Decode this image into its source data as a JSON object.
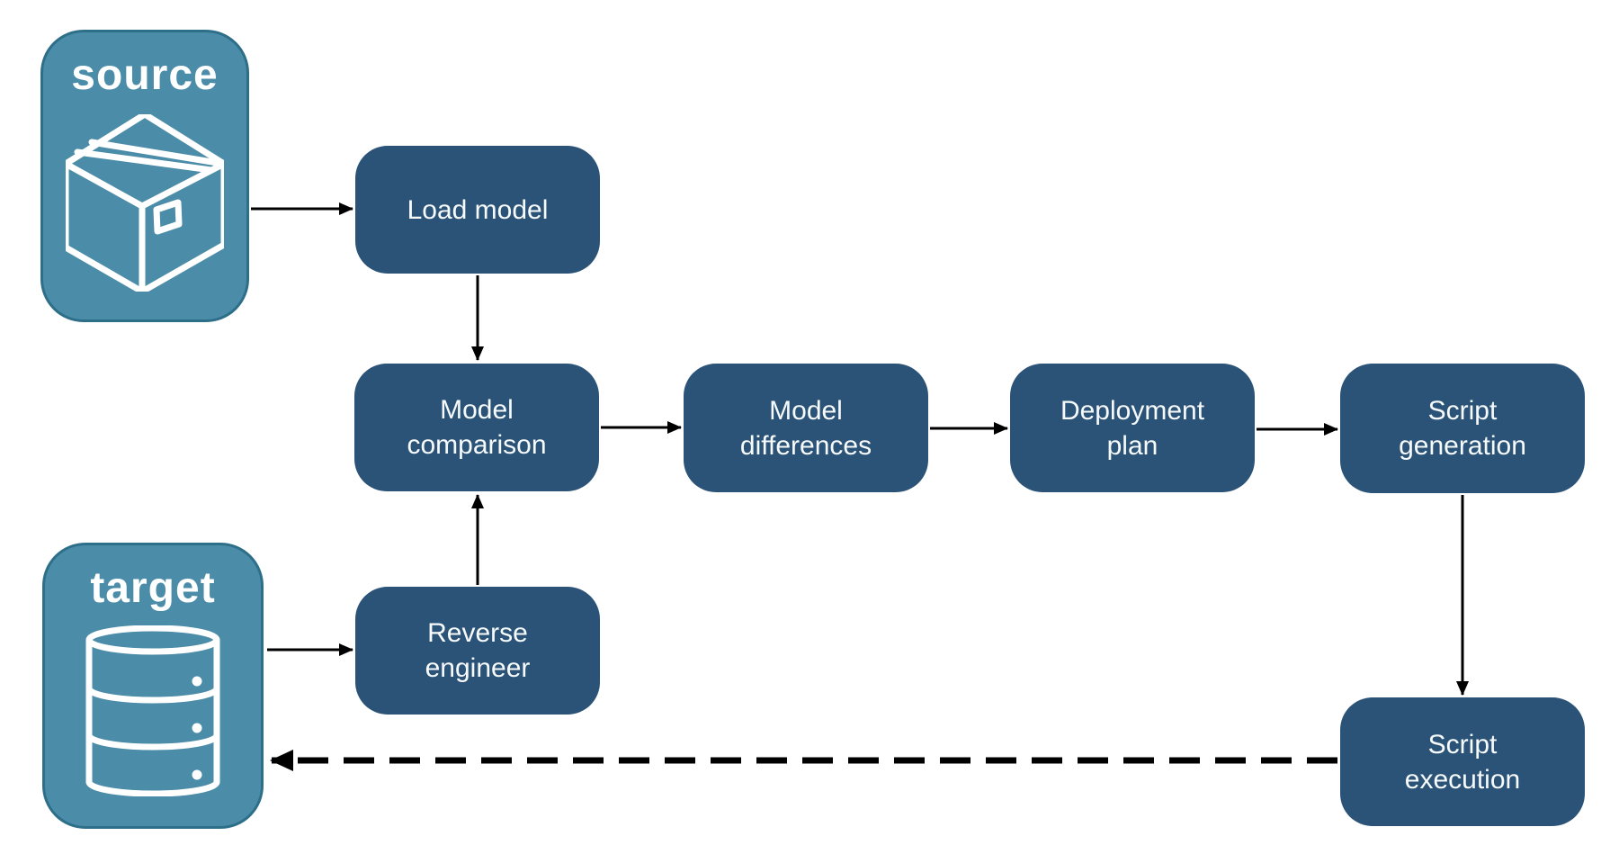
{
  "diagram": {
    "background": "#FFFFFF",
    "containers": {
      "source": {
        "label": "source",
        "icon": "package-icon"
      },
      "target": {
        "label": "target",
        "icon": "database-icon"
      }
    },
    "nodes": {
      "load_model": {
        "label": "Load model"
      },
      "model_comparison": {
        "label": "Model\ncomparison"
      },
      "model_differences": {
        "label": "Model\ndifferences"
      },
      "deployment_plan": {
        "label": "Deployment\nplan"
      },
      "script_generation": {
        "label": "Script\ngeneration"
      },
      "reverse_engineer": {
        "label": "Reverse\nengineer"
      },
      "script_execution": {
        "label": "Script\nexecution"
      }
    },
    "edges": [
      {
        "from": "source",
        "to": "load_model",
        "style": "solid"
      },
      {
        "from": "load_model",
        "to": "model_comparison",
        "style": "solid"
      },
      {
        "from": "model_comparison",
        "to": "model_differences",
        "style": "solid"
      },
      {
        "from": "model_differences",
        "to": "deployment_plan",
        "style": "solid"
      },
      {
        "from": "deployment_plan",
        "to": "script_generation",
        "style": "solid"
      },
      {
        "from": "script_generation",
        "to": "script_execution",
        "style": "solid"
      },
      {
        "from": "target",
        "to": "reverse_engineer",
        "style": "solid"
      },
      {
        "from": "reverse_engineer",
        "to": "model_comparison",
        "style": "solid"
      },
      {
        "from": "script_execution",
        "to": "target",
        "style": "dashed"
      }
    ],
    "colors": {
      "node_fill": "#2B5377",
      "container_fill": "#4B8CA9",
      "container_border": "#2D6E89",
      "label_text": "#FFFFFF",
      "arrow": "#000000"
    }
  }
}
